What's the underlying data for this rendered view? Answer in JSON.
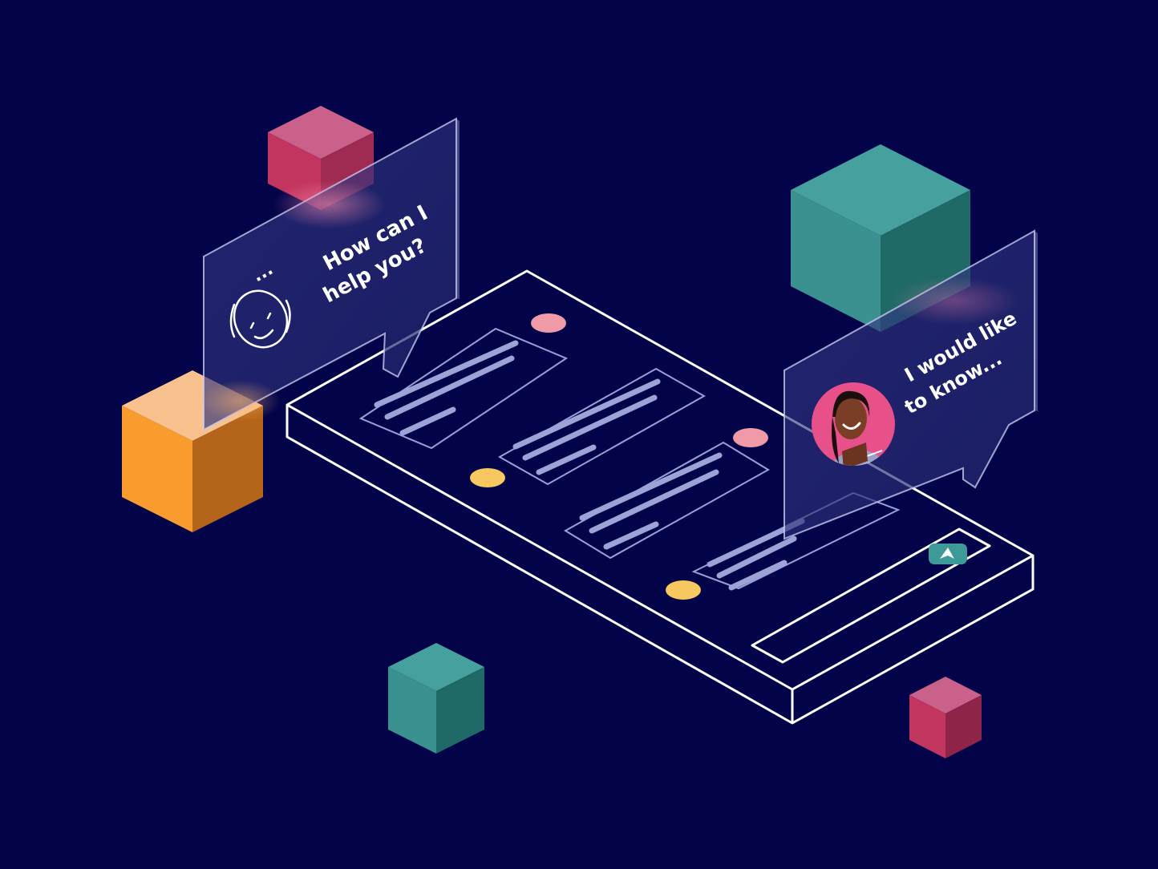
{
  "colors": {
    "background": "#03034a",
    "outline": "#ffffff",
    "pink": "#f09aa8",
    "yellow": "#f6c85f",
    "teal": "#3d9a98",
    "crimson": "#c43a66",
    "orange": "#f7a23d",
    "line": "#9da3d6"
  },
  "bot_bubble": {
    "message": "How can I help you?",
    "line1": "How can I",
    "line2": "help you?",
    "typing_indicator": "...",
    "icon": "robot-icon"
  },
  "user_bubble": {
    "message": "I would like to know...",
    "line1": "I would like",
    "line2": "to know...",
    "icon": "user-avatar"
  },
  "composer": {
    "send_icon": "send-icon"
  }
}
